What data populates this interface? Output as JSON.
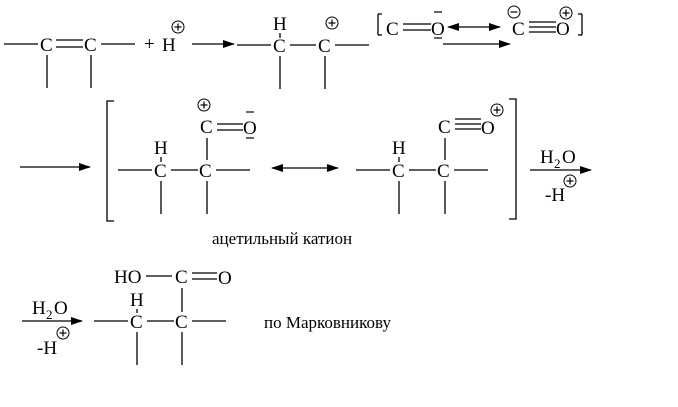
{
  "atoms": {
    "carbon": "C",
    "hydrogen": "H",
    "oxygen": "O",
    "proton": "H",
    "plus_sign": "+",
    "water": "H",
    "water_sub": "2",
    "water_o": "O",
    "minus_proton": "-H",
    "hydroxyl": "HO"
  },
  "labels": {
    "acetyl_cation": "ацетильный катион",
    "markovnikov": "по Марковникову"
  },
  "charges": {
    "positive_symbol": "+",
    "negative_symbol": "−"
  }
}
